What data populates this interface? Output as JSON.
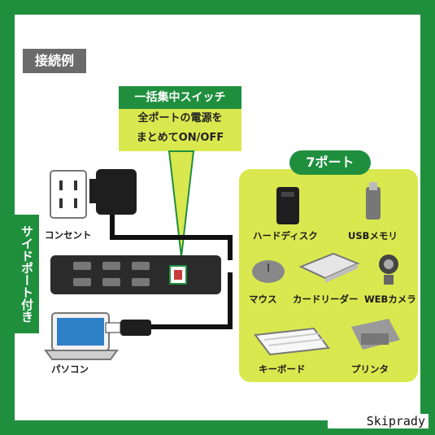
{
  "page": {
    "section_label": "接続例",
    "callout": {
      "title": "一括集中スイッチ",
      "line1": "全ポートの電源を",
      "line2": "まとめてON/OFF"
    },
    "side_label": "サイドポート付き",
    "group_title": "7ポート",
    "left_devices": [
      {
        "label": "コンセント"
      },
      {
        "label": "パソコン"
      }
    ],
    "right_devices": [
      {
        "label": "ハードディスク"
      },
      {
        "label": "USBメモリ"
      },
      {
        "label": "マウス"
      },
      {
        "label": "カードリーダー"
      },
      {
        "label": "WEBカメラ"
      },
      {
        "label": "キーボード"
      },
      {
        "label": "プリンタ"
      }
    ]
  },
  "watermark": "Skiprady",
  "colors": {
    "green": "#1f8f3e",
    "lime": "#d9e84f",
    "gray": "#6b6b6b",
    "hub": "#2b2b2b"
  }
}
